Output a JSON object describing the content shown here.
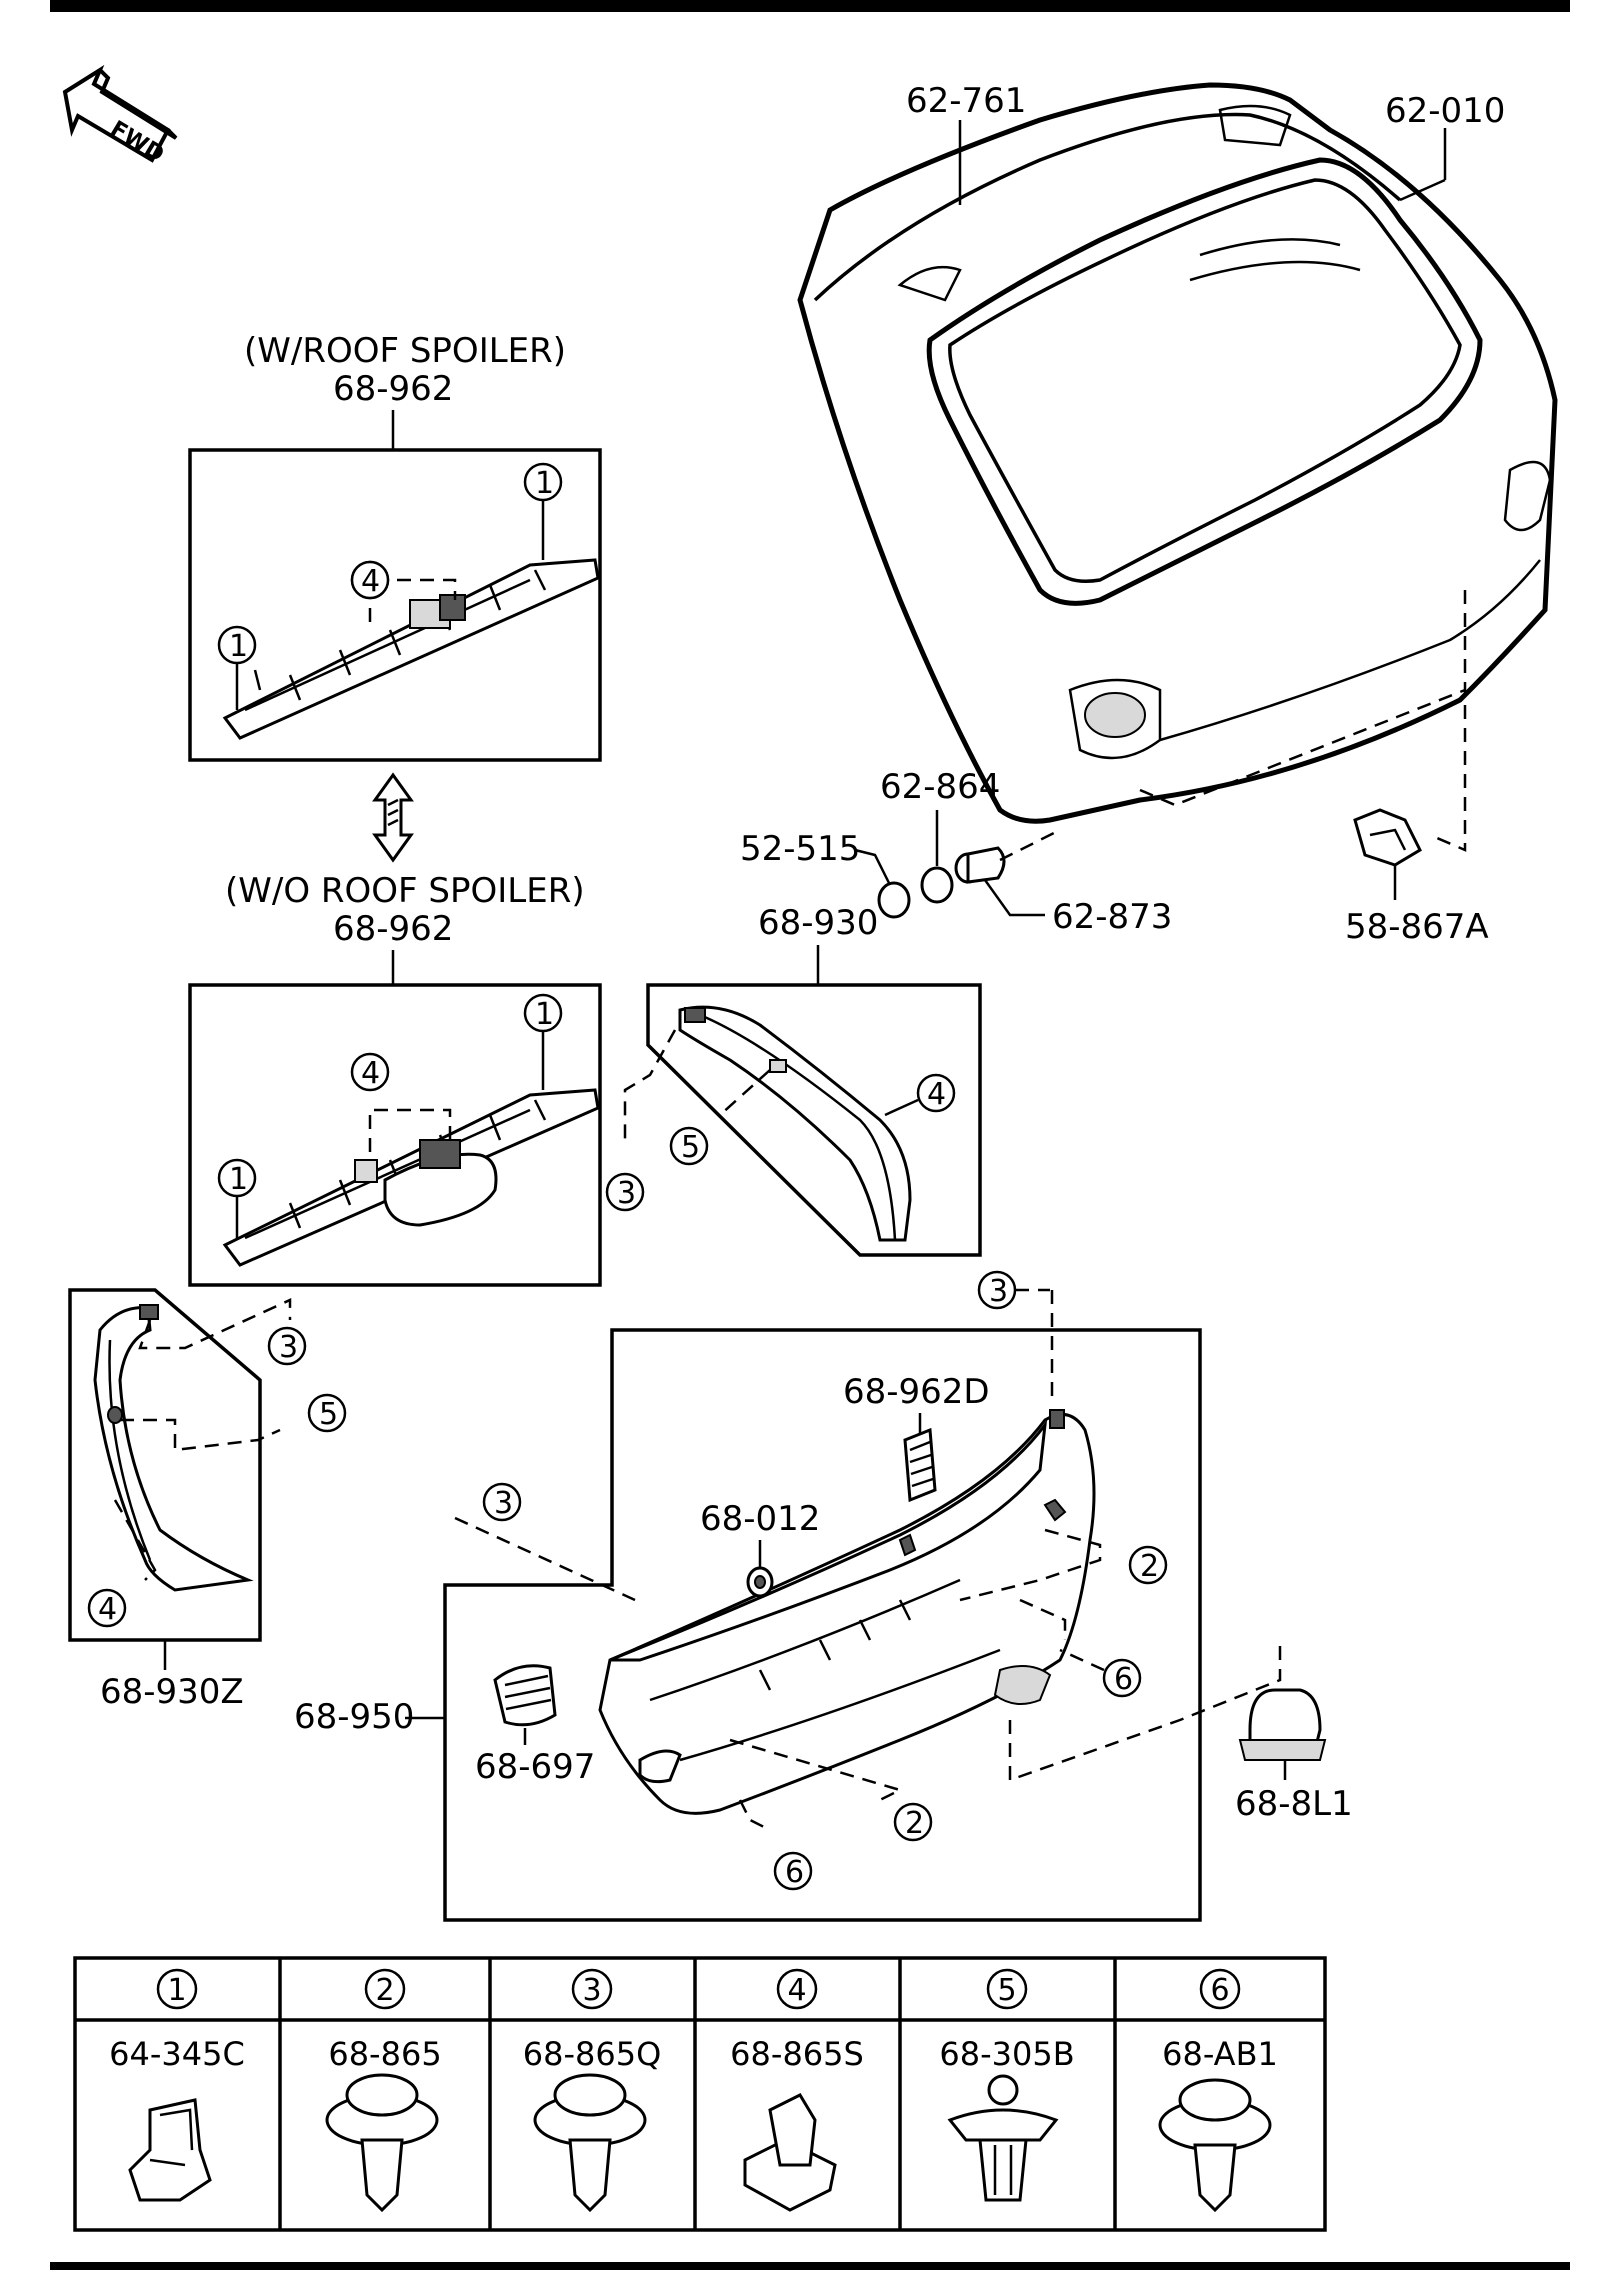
{
  "fwd_label": "FWD",
  "labels": {
    "tailgate_panel": "62-761",
    "weatherstrip": "62-010",
    "spoiler_note": "(W/ROOF SPOILER)",
    "spoiler_part": "68-962",
    "no_spoiler_note": "(W/O ROOF SPOILER)",
    "no_spoiler_part": "68-962",
    "p_52_515": "52-515",
    "p_62_864": "62-864",
    "p_62_873": "62-873",
    "p_58_867a": "58-867A",
    "p_68_930": "68-930",
    "p_68_930z": "68-930Z",
    "p_68_962d": "68-962D",
    "p_68_012": "68-012",
    "p_68_950": "68-950",
    "p_68_697": "68-697",
    "p_68_8l1": "68-8L1"
  },
  "callouts": [
    "1",
    "2",
    "3",
    "4",
    "5",
    "6"
  ],
  "fastener_table": [
    {
      "num": "1",
      "part": "64-345C"
    },
    {
      "num": "2",
      "part": "68-865"
    },
    {
      "num": "3",
      "part": "68-865Q"
    },
    {
      "num": "4",
      "part": "68-865S"
    },
    {
      "num": "5",
      "part": "68-305B"
    },
    {
      "num": "6",
      "part": "68-AB1"
    }
  ]
}
